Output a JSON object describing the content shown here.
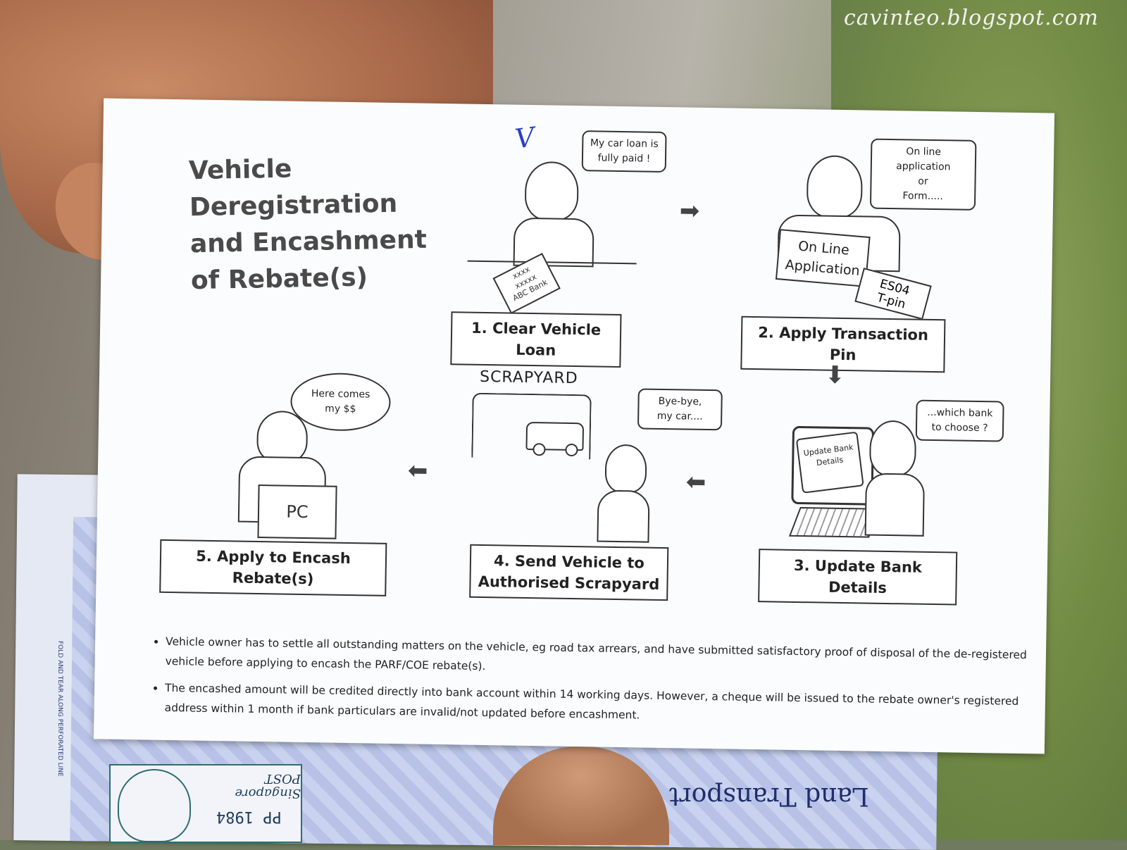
{
  "watermark": "cavinteo.blogspot.com",
  "title_lines": [
    "Vehicle",
    "Deregistration",
    "and Encashment",
    "of Rebate(s)"
  ],
  "steps": {
    "s1": "1. Clear Vehicle Loan",
    "s2": "2. Apply Transaction Pin",
    "s3": "3. Update Bank Details",
    "s4_line1": "4. Send Vehicle to",
    "s4_line2": "Authorised Scrapyard",
    "s5": "5. Apply to Encash Rebate(s)"
  },
  "bubbles": {
    "loan_l1": "My car loan is",
    "loan_l2": "fully paid !",
    "online_l1": "On line application",
    "online_l2": "or",
    "online_l3": "Form.....",
    "bank_l1": "...which bank",
    "bank_l2": "to choose ?",
    "bye_l1": "Bye-bye,",
    "bye_l2": "my car....",
    "money_l1": "Here comes",
    "money_l2": "my $$"
  },
  "illustration": {
    "online_sign_l1": "On Line",
    "online_sign_l2": "Application",
    "tpin_l1": "ES04",
    "tpin_l2": "T-pin",
    "bank_doc_l1": "xxxx",
    "bank_doc_l2": "xxxxx",
    "bank_doc_l3": "ABC Bank",
    "monitor_l1": "Update Bank",
    "monitor_l2": "Details",
    "pc": "PC",
    "scrapyard": "SCRAPYARD"
  },
  "notes": [
    "Vehicle owner has to settle all outstanding matters on the vehicle, eg road tax arrears, and have submitted satisfactory proof of disposal of the de-registered vehicle before applying to encash the PARF/COE rebate(s).",
    "The encashed amount will be credited directly into bank account within 14 working days. However, a cheque will be issued to the rebate owner's registered address within 1 month if bank particulars are invalid/not updated before encashment."
  ],
  "back_form": {
    "perforation": "FOLD AND TEAR ALONG PERFORATED LINE",
    "agency": "Land Transport",
    "postage": "PP 1984",
    "post_brand": "Singapore POST"
  }
}
